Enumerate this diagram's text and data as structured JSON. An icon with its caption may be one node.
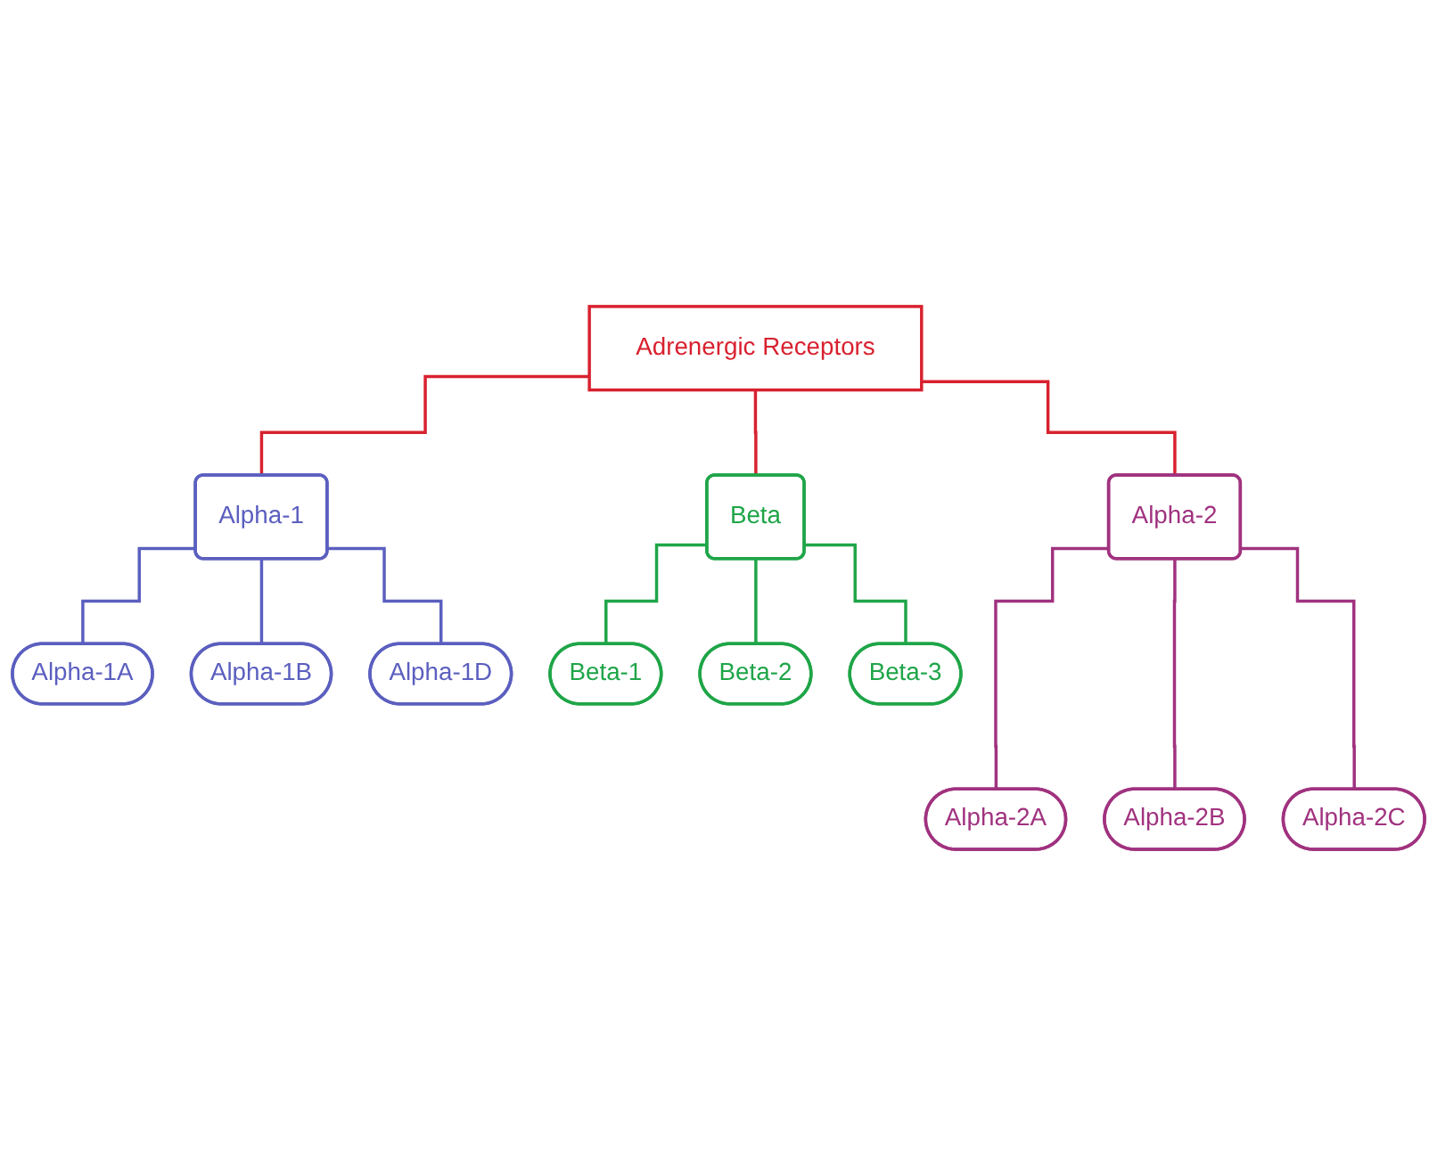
{
  "diagram": {
    "nodes": [
      {
        "text": [
          "Adrenergic Receptors"
        ]
      },
      {
        "text": [
          "Alpha-1"
        ]
      },
      {
        "text": [
          "Alpha-2"
        ]
      },
      {
        "text": [
          "Beta"
        ]
      },
      {
        "text": [
          "Alpha-1A"
        ]
      },
      {
        "text": [
          "Alpha-1B"
        ]
      },
      {
        "text": [
          "Alpha-1D"
        ]
      },
      {
        "text": [
          "Beta-1"
        ]
      },
      {
        "text": [
          "Beta-2"
        ]
      },
      {
        "text": [
          "Beta-3"
        ]
      },
      {
        "text": [
          "Alpha-2A"
        ]
      },
      {
        "text": [
          "Alpha-2B"
        ]
      },
      {
        "text": [
          "Alpha-2C"
        ]
      }
    ],
    "edges": [
      {
        "from": 0,
        "to": 1,
        "arrow": "none",
        "color": "#d8212f"
      },
      {
        "from": 0,
        "to": 2,
        "arrow": "none",
        "color": "#d8212f"
      },
      {
        "from": 0,
        "to": 3,
        "arrow": "none",
        "color": "#d8212f"
      },
      {
        "from": 1,
        "to": 4,
        "arrow": "none",
        "color": "#5b5fbf"
      },
      {
        "from": 1,
        "to": 5,
        "arrow": "none",
        "color": "#5b5fbf"
      },
      {
        "from": 1,
        "to": 6,
        "arrow": "none",
        "color": "#5b5fbf"
      },
      {
        "from": 2,
        "to": 10,
        "arrow": "none",
        "color": "#a0327f"
      },
      {
        "from": 2,
        "to": 11,
        "arrow": "none",
        "color": "#a0327f"
      },
      {
        "from": 2,
        "to": 12,
        "arrow": "none",
        "color": "#a0327f"
      },
      {
        "from": 3,
        "to": 7,
        "arrow": "none",
        "color": "#1fa548"
      },
      {
        "from": 3,
        "to": 8,
        "arrow": "none",
        "color": "#1fa548"
      },
      {
        "from": 3,
        "to": 9,
        "arrow": "none",
        "color": "#1fa548"
      }
    ]
  }
}
